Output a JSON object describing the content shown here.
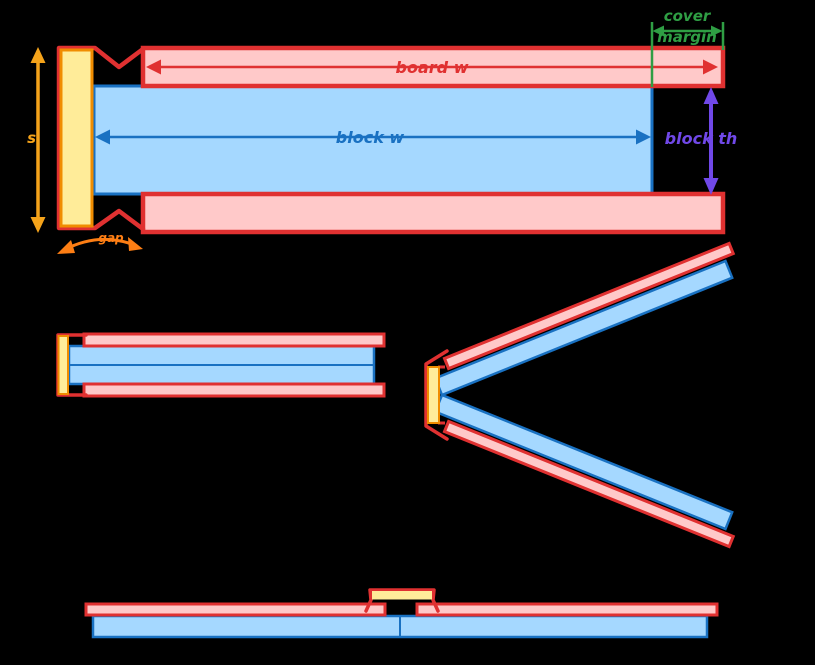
{
  "labels": {
    "spine_height": "s",
    "gap": "gap",
    "board_w": "board w",
    "block_w": "block w",
    "block_th": "block th",
    "cover": "cover",
    "margin": "margin"
  },
  "palette": {
    "background": "#000000",
    "red_stroke": "#e03131",
    "board_fill": "#ffc9c9",
    "blue_stroke": "#1971c2",
    "block_fill": "#a5d8ff",
    "spine_fill": "#ffec99",
    "spine_stroke": "#f08c00",
    "spine_arrow": "#f5a31a",
    "gap_arrow": "#fd7e14",
    "green": "#2f9e44",
    "purple": "#7048e8"
  }
}
